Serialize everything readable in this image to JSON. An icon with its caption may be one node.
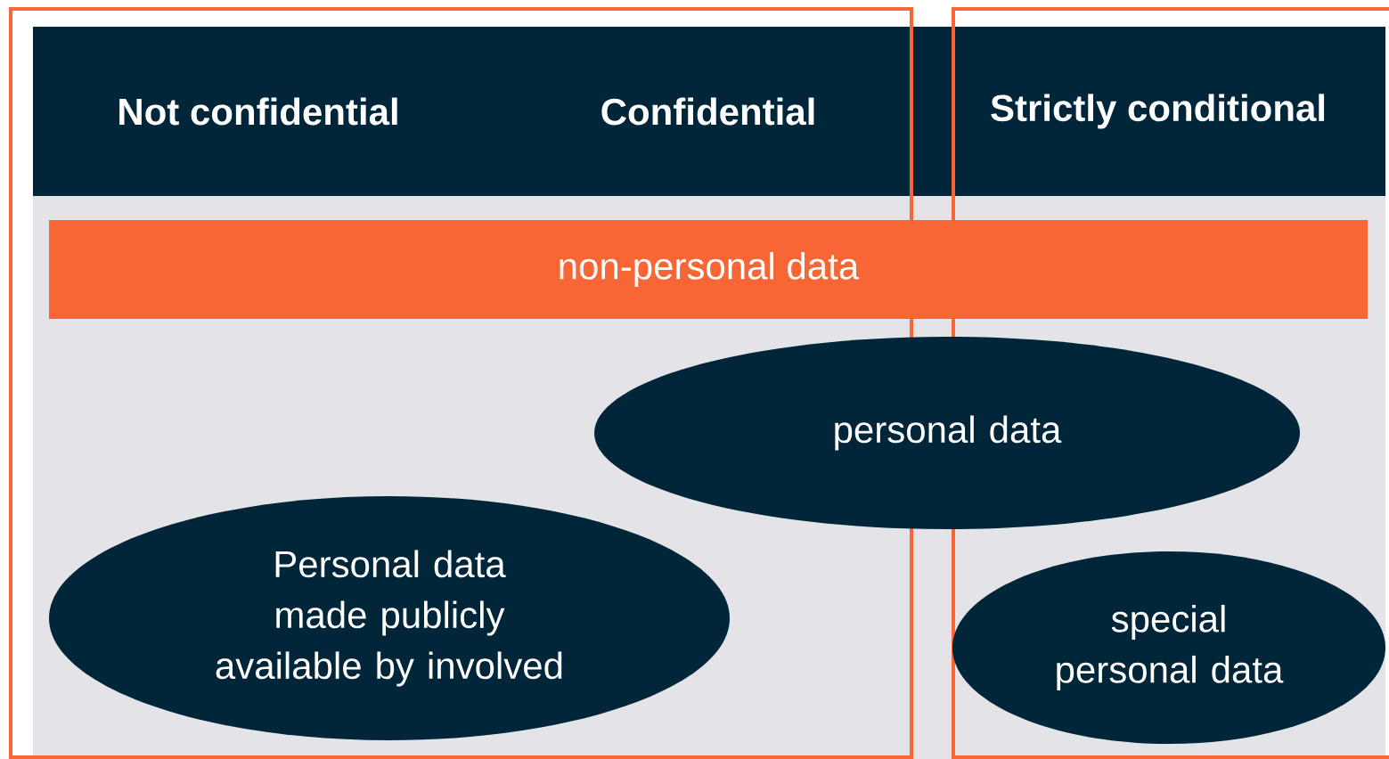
{
  "diagram": {
    "nodes": [
      {
        "text": [
          "Not confidential",
          "Confidential",
          "Strictly conditional"
        ]
      },
      {
        "text": [
          "non-personal data"
        ]
      },
      {
        "text": [
          "personal data"
        ]
      },
      {
        "text": [
          "Personal data made publicly available by involved"
        ]
      },
      {
        "text": [
          "special personal data"
        ]
      }
    ]
  }
}
